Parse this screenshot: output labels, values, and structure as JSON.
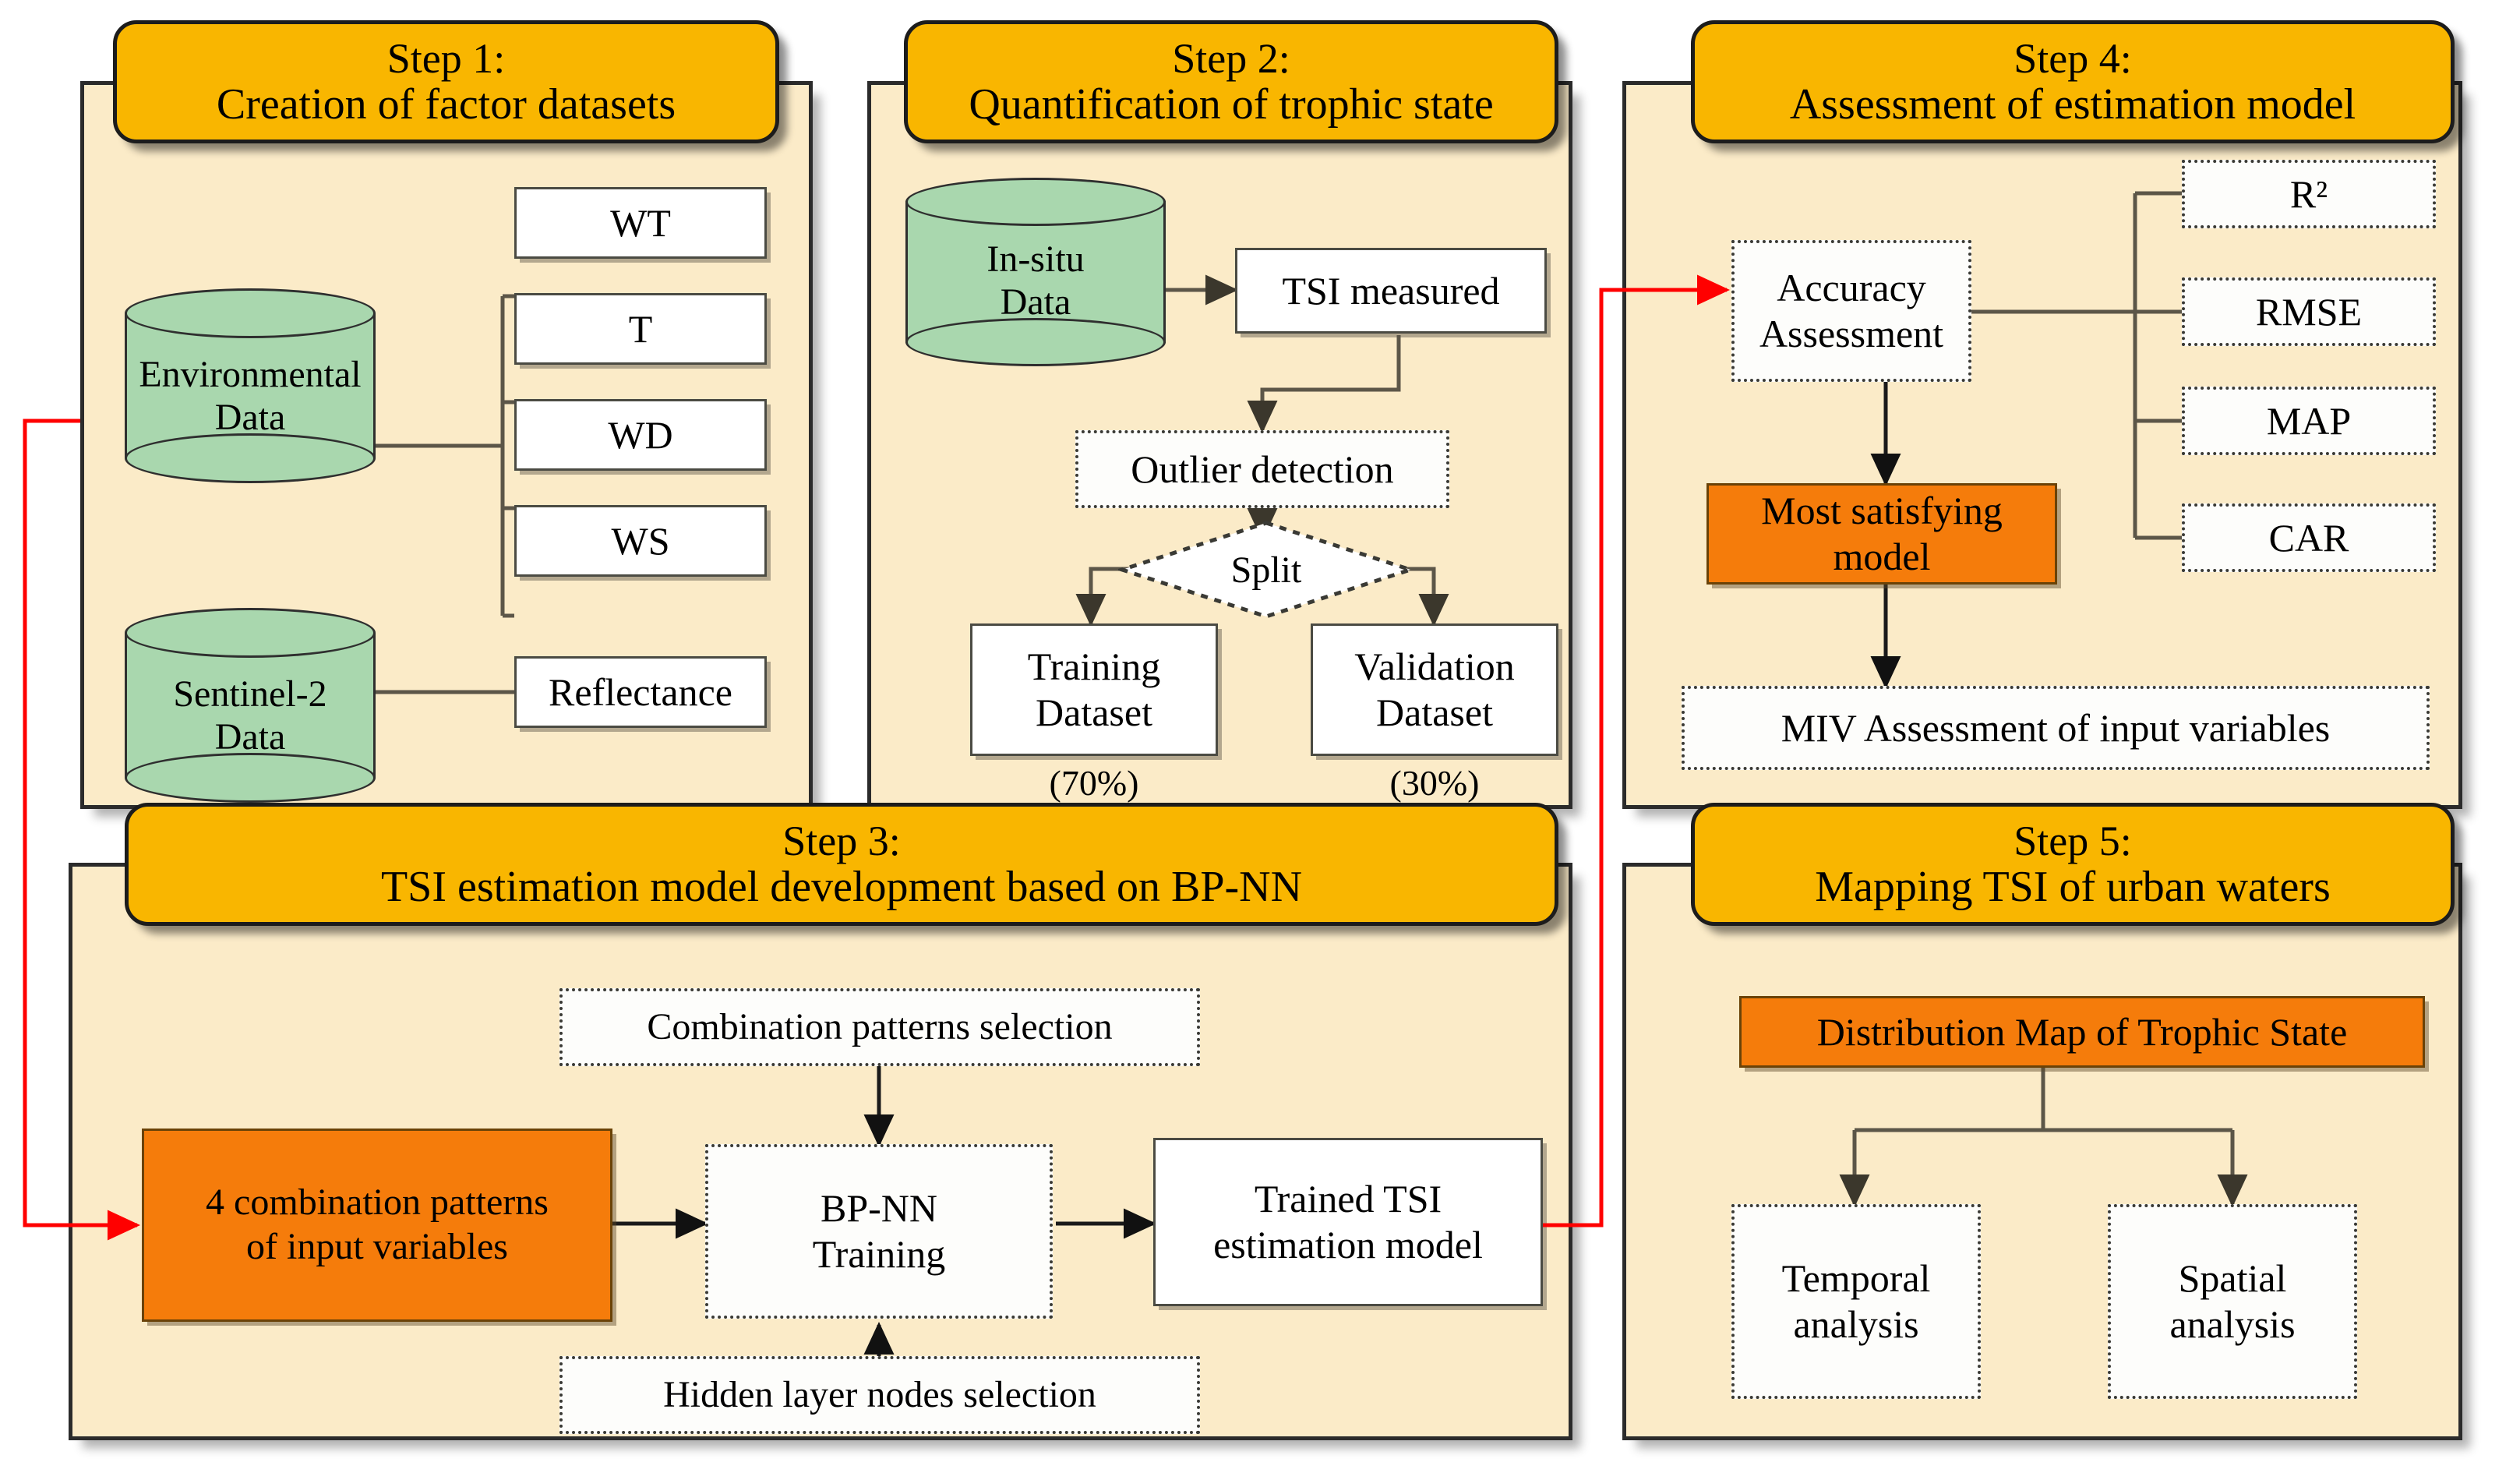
{
  "diagram": {
    "title": "TSI estimation methodology flowchart",
    "colors": {
      "panel_fill": "#FBEBC8",
      "header_fill": "#F9B600",
      "database_fill": "#A9D7AE",
      "highlight_fill": "#F57C0B",
      "box_fill": "#FFFFFF",
      "connector": "#5c5648",
      "red_connector": "#FF0000",
      "border": "#2b2b2b"
    }
  },
  "steps": {
    "step1": {
      "header_line1": "Step 1:",
      "header_line2": "Creation of factor datasets",
      "databases": [
        {
          "line1": "Environmental",
          "line2": "Data"
        },
        {
          "line1": "Sentinel-2",
          "line2": "Data"
        }
      ],
      "factors": [
        "WT",
        "T",
        "WD",
        "WS"
      ],
      "reflectance": "Reflectance"
    },
    "step2": {
      "header_line1": "Step 2:",
      "header_line2": "Quantification of trophic state",
      "database": {
        "line1": "In-situ",
        "line2": "Data"
      },
      "tsi_measured": "TSI measured",
      "outlier_detection": "Outlier detection",
      "split": "Split",
      "training_line1": "Training",
      "training_line2": "Dataset",
      "training_pct": "(70%)",
      "validation_line1": "Validation",
      "validation_line2": "Dataset",
      "validation_pct": "(30%)"
    },
    "step3": {
      "header_line1": "Step 3:",
      "header_line2": "TSI estimation model development based on BP-NN",
      "combination_selection": "Combination patterns selection",
      "hidden_layer_selection": "Hidden layer nodes selection",
      "input_patterns_line1": "4 combination patterns",
      "input_patterns_line2": "of input variables",
      "bpnn_line1": "BP-NN",
      "bpnn_line2": "Training",
      "trained_line1": "Trained TSI",
      "trained_line2": "estimation model"
    },
    "step4": {
      "header_line1": "Step 4:",
      "header_line2": "Assessment of estimation model",
      "accuracy_line1": "Accuracy",
      "accuracy_line2": "Assessment",
      "metrics": [
        "R²",
        "RMSE",
        "MAP",
        "CAR"
      ],
      "best_model_line1": "Most satisfying",
      "best_model_line2": "model",
      "miv": "MIV  Assessment of input variables"
    },
    "step5": {
      "header_line1": "Step 5:",
      "header_line2": "Mapping TSI of urban waters",
      "distribution_map": "Distribution Map of Trophic State",
      "temporal_line1": "Temporal",
      "temporal_line2": "analysis",
      "spatial_line1": "Spatial",
      "spatial_line2": "analysis"
    }
  }
}
